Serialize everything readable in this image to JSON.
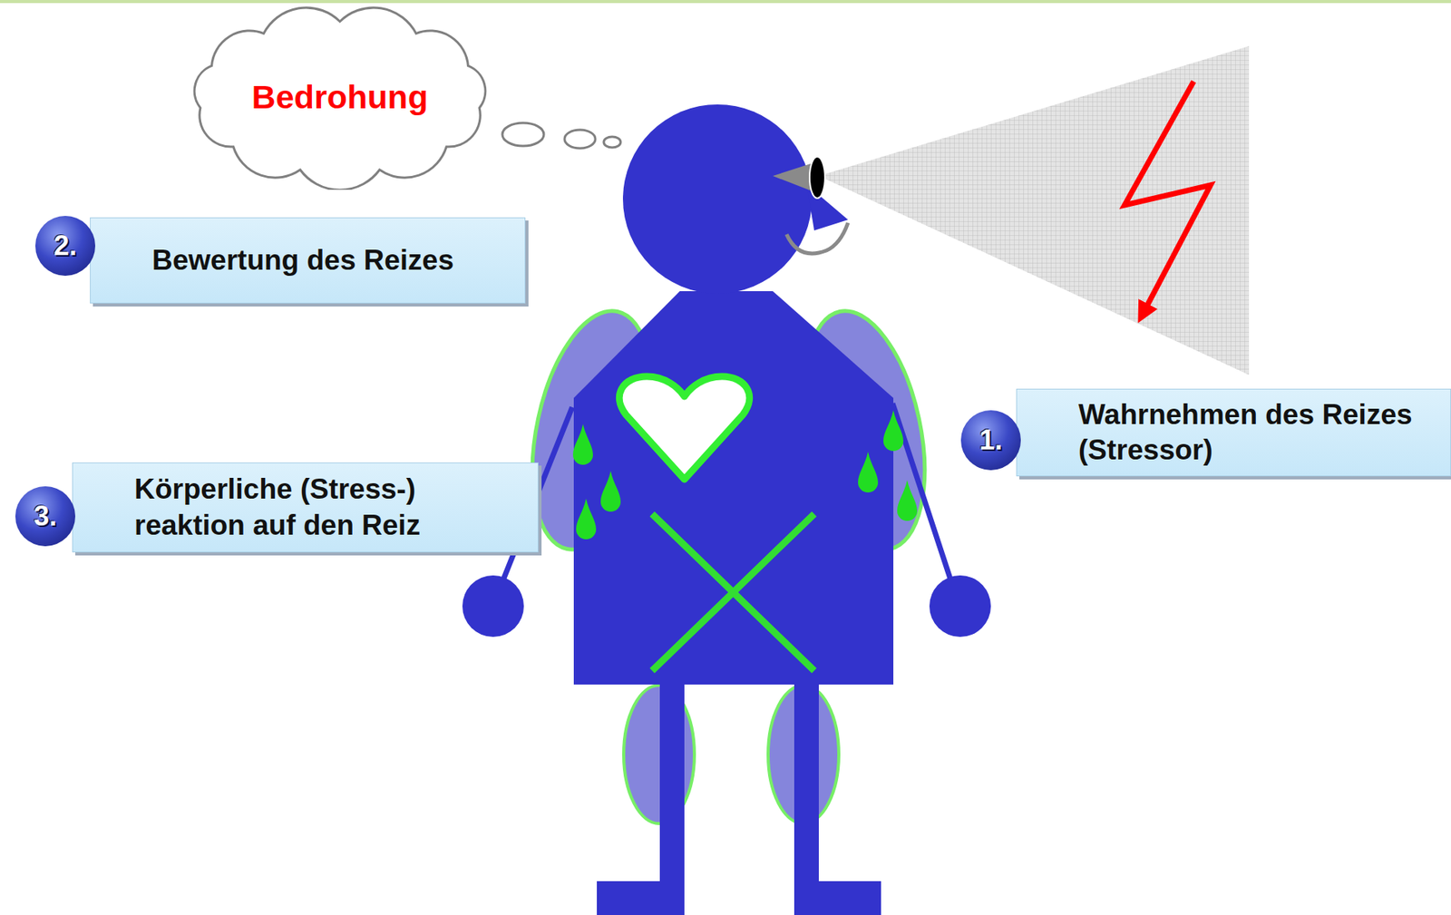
{
  "diagram": {
    "nodes": [
      {
        "text": [
          "Bedrohung"
        ]
      },
      {
        "text": [
          "2.",
          "Bewertung des Reizes"
        ]
      },
      {
        "text": [
          "1.",
          "Wahrnehmen des Reizes (Stressor)"
        ]
      },
      {
        "text": [
          "3.",
          "Körperliche (Stress-) reaktion auf den Reiz"
        ]
      }
    ]
  }
}
